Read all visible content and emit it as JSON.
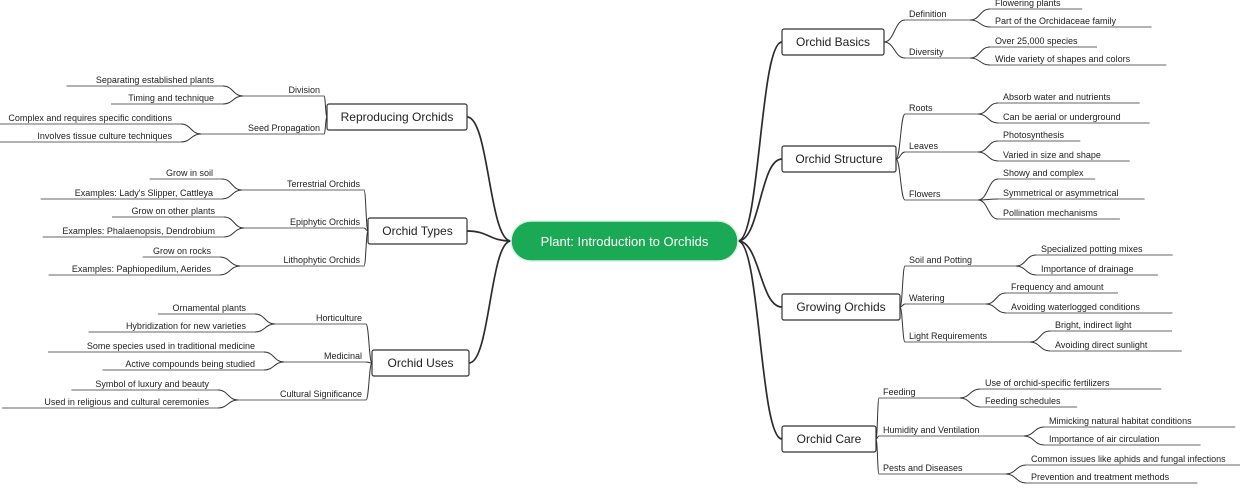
{
  "root": {
    "label": "Plant: Introduction to Orchids"
  },
  "right": [
    {
      "label": "Orchid Basics",
      "children": [
        {
          "label": "Definition",
          "children": [
            "Flowering plants",
            "Part of the Orchidaceae family"
          ]
        },
        {
          "label": "Diversity",
          "children": [
            "Over 25,000 species",
            "Wide variety of shapes and colors"
          ]
        }
      ]
    },
    {
      "label": "Orchid Structure",
      "children": [
        {
          "label": "Roots",
          "children": [
            "Absorb water and nutrients",
            "Can be aerial or underground"
          ]
        },
        {
          "label": "Leaves",
          "children": [
            "Photosynthesis",
            "Varied in size and shape"
          ]
        },
        {
          "label": "Flowers",
          "children": [
            "Showy and complex",
            "Symmetrical or asymmetrical",
            "Pollination mechanisms"
          ]
        }
      ]
    },
    {
      "label": "Growing Orchids",
      "children": [
        {
          "label": "Soil and Potting",
          "children": [
            "Specialized potting mixes",
            "Importance of drainage"
          ]
        },
        {
          "label": "Watering",
          "children": [
            "Frequency and amount",
            "Avoiding waterlogged conditions"
          ]
        },
        {
          "label": "Light Requirements",
          "children": [
            "Bright, indirect light",
            "Avoiding direct sunlight"
          ]
        }
      ]
    },
    {
      "label": "Orchid Care",
      "children": [
        {
          "label": "Feeding",
          "children": [
            "Use of orchid-specific fertilizers",
            "Feeding schedules"
          ]
        },
        {
          "label": "Humidity and Ventilation",
          "children": [
            "Mimicking natural habitat conditions",
            "Importance of air circulation"
          ]
        },
        {
          "label": "Pests and Diseases",
          "children": [
            "Common issues like aphids and fungal infections",
            "Prevention and treatment methods"
          ]
        }
      ]
    }
  ],
  "left": [
    {
      "label": "Reproducing Orchids",
      "children": [
        {
          "label": "Division",
          "children": [
            "Separating established plants",
            "Timing and technique"
          ]
        },
        {
          "label": "Seed Propagation",
          "children": [
            "Complex and requires specific conditions",
            "Involves tissue culture techniques"
          ]
        }
      ]
    },
    {
      "label": "Orchid Types",
      "children": [
        {
          "label": "Terrestrial Orchids",
          "children": [
            "Grow in soil",
            "Examples: Lady's Slipper, Cattleya"
          ]
        },
        {
          "label": "Epiphytic Orchids",
          "children": [
            "Grow on other plants",
            "Examples: Phalaenopsis, Dendrobium"
          ]
        },
        {
          "label": "Lithophytic Orchids",
          "children": [
            "Grow on rocks",
            "Examples: Paphiopedilum, Aerides"
          ]
        }
      ]
    },
    {
      "label": "Orchid Uses",
      "children": [
        {
          "label": "Horticulture",
          "children": [
            "Ornamental plants",
            "Hybridization for new varieties"
          ]
        },
        {
          "label": "Medicinal",
          "children": [
            "Some species used in traditional medicine",
            "Active compounds being studied"
          ]
        },
        {
          "label": "Cultural Significance",
          "children": [
            "Symbol of luxury and beauty",
            "Used in religious and cultural ceremonies"
          ]
        }
      ]
    }
  ]
}
